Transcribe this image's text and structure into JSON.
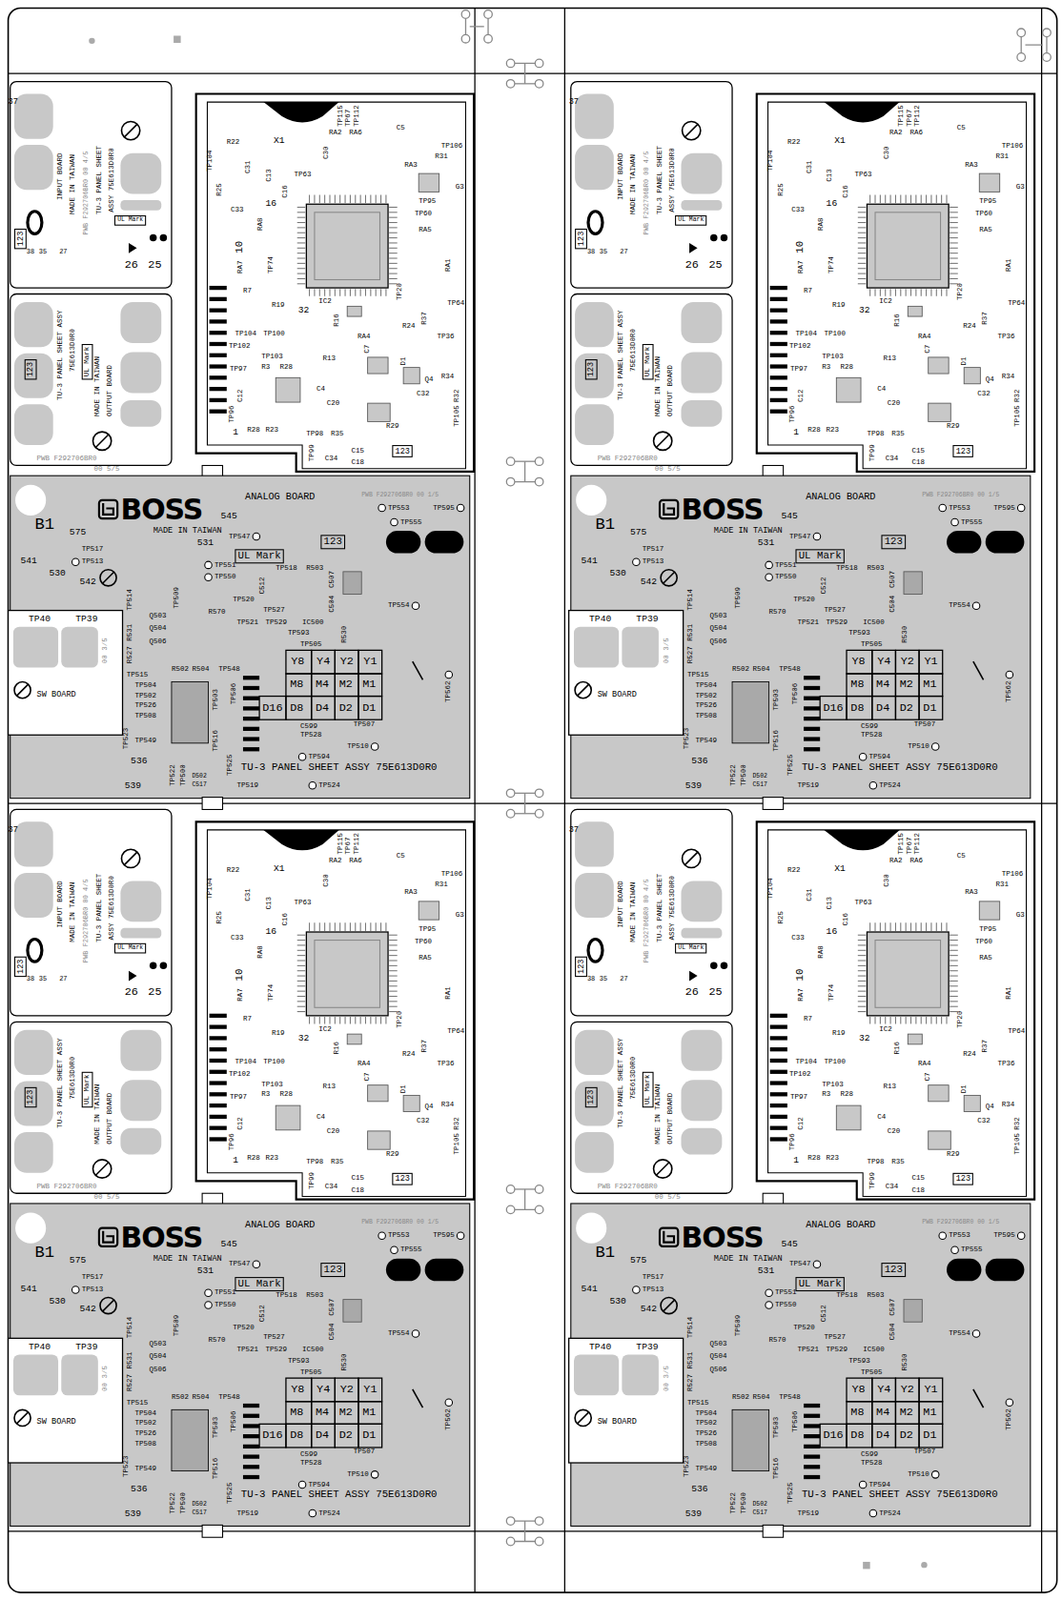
{
  "diagram": {
    "nodes": [
      {
        "text": [
          "INPUT BOARD"
        ]
      },
      {
        "text": [
          "OUTPUT BOARD"
        ]
      },
      {
        "text": [
          "ANALOG BOARD"
        ]
      },
      {
        "text": [
          "SW BOARD"
        ],
        "in": 2
      },
      {
        "text": [
          "INPUT BOARD"
        ]
      },
      {
        "text": [
          "OUTPUT BOARD"
        ]
      },
      {
        "text": [
          "ANALOG BOARD"
        ]
      },
      {
        "text": [
          "SW BOARD"
        ],
        "in": 6
      },
      {
        "text": [
          "INPUT BOARD"
        ]
      },
      {
        "text": [
          "OUTPUT BOARD"
        ]
      },
      {
        "text": [
          "ANALOG BOARD"
        ]
      },
      {
        "text": [
          "SW BOARD"
        ],
        "in": 10
      },
      {
        "text": [
          "INPUT BOARD"
        ]
      },
      {
        "text": [
          "OUTPUT BOARD"
        ]
      },
      {
        "text": [
          "ANALOG BOARD"
        ]
      },
      {
        "text": [
          "SW BOARD"
        ],
        "in": 14
      }
    ],
    "labels": [
      "37",
      "MADE IN TAIWAN",
      "PWB F292706BR0 00 4/5",
      "TU-3 PANEL SHEET",
      "ASSY 75E613D0R0",
      "UL Mark",
      "123",
      "38",
      "35",
      "27",
      "26",
      "25",
      "TU-3 PANEL SHEET ASSY",
      "75E613D0R0",
      "UL Mark",
      "MADE IN TAIWAN",
      "123",
      "PWB F292706BR0",
      "00 5/5",
      "TP104",
      "R22",
      "C31",
      "X1",
      "C13",
      "TP63",
      "C16",
      "C30",
      "TP115",
      "TP67",
      "TP112",
      "RA2",
      "RA6",
      "C5",
      "R31",
      "TP106",
      "G3",
      "RA3",
      "TP95",
      "TP60",
      "RA5",
      "R25",
      "C33",
      "RA8",
      "RA7",
      "TP74",
      "R7",
      "R19",
      "IC2",
      "R16",
      "TP20",
      "RA1",
      "TP64",
      "R37",
      "R24",
      "TP36",
      "RA4",
      "TP104",
      "TP100",
      "TP102",
      "TP103",
      "R3",
      "R28",
      "R13",
      "C7",
      "D1",
      "R34",
      "Q4",
      "C32",
      "R32",
      "TP97",
      "C12",
      "C4",
      "C20",
      "TP96",
      "R28",
      "R23",
      "TP98",
      "R35",
      "R29",
      "TP105",
      "TP99",
      "C34",
      "C15",
      "C18",
      "123",
      "10",
      "1",
      "16",
      "32",
      "B1",
      "BOSS",
      "MADE IN TAIWAN",
      "575",
      "545",
      "PWB F292706BR0 00 1/5",
      "TP553",
      "TP555",
      "TP595",
      "TP547",
      "123",
      "UL Mark",
      "541",
      "530",
      "542",
      "531",
      "TP517",
      "TP513",
      "TP551",
      "TP550",
      "TP518",
      "R503",
      "C512",
      "C504",
      "C507",
      "TP520",
      "TP527",
      "TP521",
      "R570",
      "TP529",
      "IC500",
      "TP593",
      "TP505",
      "R530",
      "TP554",
      "TP514",
      "TP509",
      "R527",
      "R531",
      "Q503",
      "Q504",
      "Q506",
      "TP40",
      "TP39",
      "00 3/5",
      "TP515",
      "R502",
      "R504",
      "TP548",
      "TP504",
      "TP502",
      "TP526",
      "TP508",
      "TP523",
      "TP549",
      "TP503",
      "TP506",
      "TP516",
      "TP522",
      "TP500",
      "D502",
      "C517",
      "TP525",
      "536",
      "539",
      "Y8",
      "Y4",
      "Y2",
      "Y1",
      "M8",
      "M4",
      "M2",
      "M1",
      "D16",
      "D8",
      "D4",
      "D2",
      "D1",
      "TP562",
      "C599",
      "TP528",
      "TP507",
      "TP510",
      "TP594",
      "TU-3 PANEL SHEET ASSY 75E613D0R0",
      "TP524",
      "TP519",
      "37",
      "MADE IN TAIWAN",
      "PWB F292706BR0 00 4/5",
      "TU-3 PANEL SHEET",
      "ASSY 75E613D0R0",
      "UL Mark",
      "123",
      "38",
      "35",
      "27",
      "26",
      "25",
      "TU-3 PANEL SHEET ASSY",
      "75E613D0R0",
      "UL Mark",
      "MADE IN TAIWAN",
      "123",
      "PWB F292706BR0",
      "00 5/5",
      "TP104",
      "R22",
      "C31",
      "X1",
      "C13",
      "TP63",
      "C16",
      "C30",
      "TP115",
      "TP67",
      "TP112",
      "RA2",
      "RA6",
      "C5",
      "R31",
      "TP106",
      "G3",
      "RA3",
      "TP95",
      "TP60",
      "RA5",
      "R25",
      "C33",
      "RA8",
      "RA7",
      "TP74",
      "R7",
      "R19",
      "IC2",
      "R16",
      "TP20",
      "RA1",
      "TP64",
      "R37",
      "R24",
      "TP36",
      "RA4",
      "TP104",
      "TP100",
      "TP102",
      "TP103",
      "R3",
      "R28",
      "R13",
      "C7",
      "D1",
      "R34",
      "Q4",
      "C32",
      "R32",
      "TP97",
      "C12",
      "C4",
      "C20",
      "TP96",
      "R28",
      "R23",
      "TP98",
      "R35",
      "R29",
      "TP105",
      "TP99",
      "C34",
      "C15",
      "C18",
      "123",
      "10",
      "1",
      "16",
      "32",
      "B1",
      "BOSS",
      "MADE IN TAIWAN",
      "575",
      "545",
      "PWB F292706BR0 00 1/5",
      "TP553",
      "TP555",
      "TP595",
      "TP547",
      "123",
      "UL Mark",
      "541",
      "530",
      "542",
      "531",
      "TP517",
      "TP513",
      "TP551",
      "TP550",
      "TP518",
      "R503",
      "C512",
      "C504",
      "C507",
      "TP520",
      "TP527",
      "TP521",
      "R570",
      "TP529",
      "IC500",
      "TP593",
      "TP505",
      "R530",
      "TP554",
      "TP514",
      "TP509",
      "R527",
      "R531",
      "Q503",
      "Q504",
      "Q506",
      "TP40",
      "TP39",
      "00 3/5",
      "TP515",
      "R502",
      "R504",
      "TP548",
      "TP504",
      "TP502",
      "TP526",
      "TP508",
      "TP523",
      "TP549",
      "TP503",
      "TP506",
      "TP516",
      "TP522",
      "TP500",
      "D502",
      "C517",
      "TP525",
      "536",
      "539",
      "Y8",
      "Y4",
      "Y2",
      "Y1",
      "M8",
      "M4",
      "M2",
      "M1",
      "D16",
      "D8",
      "D4",
      "D2",
      "D1",
      "TP562",
      "C599",
      "TP528",
      "TP507",
      "TP510",
      "TP594",
      "TU-3 PANEL SHEET ASSY 75E613D0R0",
      "TP524",
      "TP519",
      "37",
      "MADE IN TAIWAN",
      "PWB F292706BR0 00 4/5",
      "TU-3 PANEL SHEET",
      "ASSY 75E613D0R0",
      "UL Mark",
      "123",
      "38",
      "35",
      "27",
      "26",
      "25",
      "TU-3 PANEL SHEET ASSY",
      "75E613D0R0",
      "UL Mark",
      "MADE IN TAIWAN",
      "123",
      "PWB F292706BR0",
      "00 5/5",
      "TP104",
      "R22",
      "C31",
      "X1",
      "C13",
      "TP63",
      "C16",
      "C30",
      "TP115",
      "TP67",
      "TP112",
      "RA2",
      "RA6",
      "C5",
      "R31",
      "TP106",
      "G3",
      "RA3",
      "TP95",
      "TP60",
      "RA5",
      "R25",
      "C33",
      "RA8",
      "RA7",
      "TP74",
      "R7",
      "R19",
      "IC2",
      "R16",
      "TP20",
      "RA1",
      "TP64",
      "R37",
      "R24",
      "TP36",
      "RA4",
      "TP104",
      "TP100",
      "TP102",
      "TP103",
      "R3",
      "R28",
      "R13",
      "C7",
      "D1",
      "R34",
      "Q4",
      "C32",
      "R32",
      "TP97",
      "C12",
      "C4",
      "C20",
      "TP96",
      "R28",
      "R23",
      "TP98",
      "R35",
      "R29",
      "TP105",
      "TP99",
      "C34",
      "C15",
      "C18",
      "123",
      "10",
      "1",
      "16",
      "32",
      "B1",
      "BOSS",
      "MADE IN TAIWAN",
      "575",
      "545",
      "PWB F292706BR0 00 1/5",
      "TP553",
      "TP555",
      "TP595",
      "TP547",
      "123",
      "UL Mark",
      "541",
      "530",
      "542",
      "531",
      "TP517",
      "TP513",
      "TP551",
      "TP550",
      "TP518",
      "R503",
      "C512",
      "C504",
      "C507",
      "TP520",
      "TP527",
      "TP521",
      "R570",
      "TP529",
      "IC500",
      "TP593",
      "TP505",
      "R530",
      "TP554",
      "TP514",
      "TP509",
      "R527",
      "R531",
      "Q503",
      "Q504",
      "Q506",
      "TP40",
      "TP39",
      "00 3/5",
      "TP515",
      "R502",
      "R504",
      "TP548",
      "TP504",
      "TP502",
      "TP526",
      "TP508",
      "TP523",
      "TP549",
      "TP503",
      "TP506",
      "TP516",
      "TP522",
      "TP500",
      "D502",
      "C517",
      "TP525",
      "536",
      "539",
      "Y8",
      "Y4",
      "Y2",
      "Y1",
      "M8",
      "M4",
      "M2",
      "M1",
      "D16",
      "D8",
      "D4",
      "D2",
      "D1",
      "TP562",
      "C599",
      "TP528",
      "TP507",
      "TP510",
      "TP594",
      "TU-3 PANEL SHEET ASSY 75E613D0R0",
      "TP524",
      "TP519",
      "37",
      "MADE IN TAIWAN",
      "PWB F292706BR0 00 4/5",
      "TU-3 PANEL SHEET",
      "ASSY 75E613D0R0",
      "UL Mark",
      "123",
      "38",
      "35",
      "27",
      "26",
      "25",
      "TU-3 PANEL SHEET ASSY",
      "75E613D0R0",
      "UL Mark",
      "MADE IN TAIWAN",
      "123",
      "PWB F292706BR0",
      "00 5/5",
      "TP104",
      "R22",
      "C31",
      "X1",
      "C13",
      "TP63",
      "C16",
      "C30",
      "TP115",
      "TP67",
      "TP112",
      "RA2",
      "RA6",
      "C5",
      "R31",
      "TP106",
      "G3",
      "RA3",
      "TP95",
      "TP60",
      "RA5",
      "R25",
      "C33",
      "RA8",
      "RA7",
      "TP74",
      "R7",
      "R19",
      "IC2",
      "R16",
      "TP20",
      "RA1",
      "TP64",
      "R37",
      "R24",
      "TP36",
      "RA4",
      "TP104",
      "TP100",
      "TP102",
      "TP103",
      "R3",
      "R28",
      "R13",
      "C7",
      "D1",
      "R34",
      "Q4",
      "C32",
      "R32",
      "TP97",
      "C12",
      "C4",
      "C20",
      "TP96",
      "R28",
      "R23",
      "TP98",
      "R35",
      "R29",
      "TP105",
      "TP99",
      "C34",
      "C15",
      "C18",
      "123",
      "10",
      "1",
      "16",
      "32",
      "B1",
      "BOSS",
      "MADE IN TAIWAN",
      "575",
      "545",
      "PWB F292706BR0 00 1/5",
      "TP553",
      "TP555",
      "TP595",
      "TP547",
      "123",
      "UL Mark",
      "541",
      "530",
      "542",
      "531",
      "TP517",
      "TP513",
      "TP551",
      "TP550",
      "TP518",
      "R503",
      "C512",
      "C504",
      "C507",
      "TP520",
      "TP527",
      "TP521",
      "R570",
      "TP529",
      "IC500",
      "TP593",
      "TP505",
      "R530",
      "TP554",
      "TP514",
      "TP509",
      "R527",
      "R531",
      "Q503",
      "Q504",
      "Q506",
      "TP40",
      "TP39",
      "00 3/5",
      "TP515",
      "R502",
      "R504",
      "TP548",
      "TP504",
      "TP502",
      "TP526",
      "TP508",
      "TP523",
      "TP549",
      "TP503",
      "TP506",
      "TP516",
      "TP522",
      "TP500",
      "D502",
      "C517",
      "TP525",
      "536",
      "539",
      "Y8",
      "Y4",
      "Y2",
      "Y1",
      "M8",
      "M4",
      "M2",
      "M1",
      "D16",
      "D8",
      "D4",
      "D2",
      "D1",
      "TP562",
      "C599",
      "TP528",
      "TP507",
      "TP510",
      "TP594",
      "TU-3 PANEL SHEET ASSY 75E613D0R0",
      "TP524",
      "TP519"
    ]
  }
}
